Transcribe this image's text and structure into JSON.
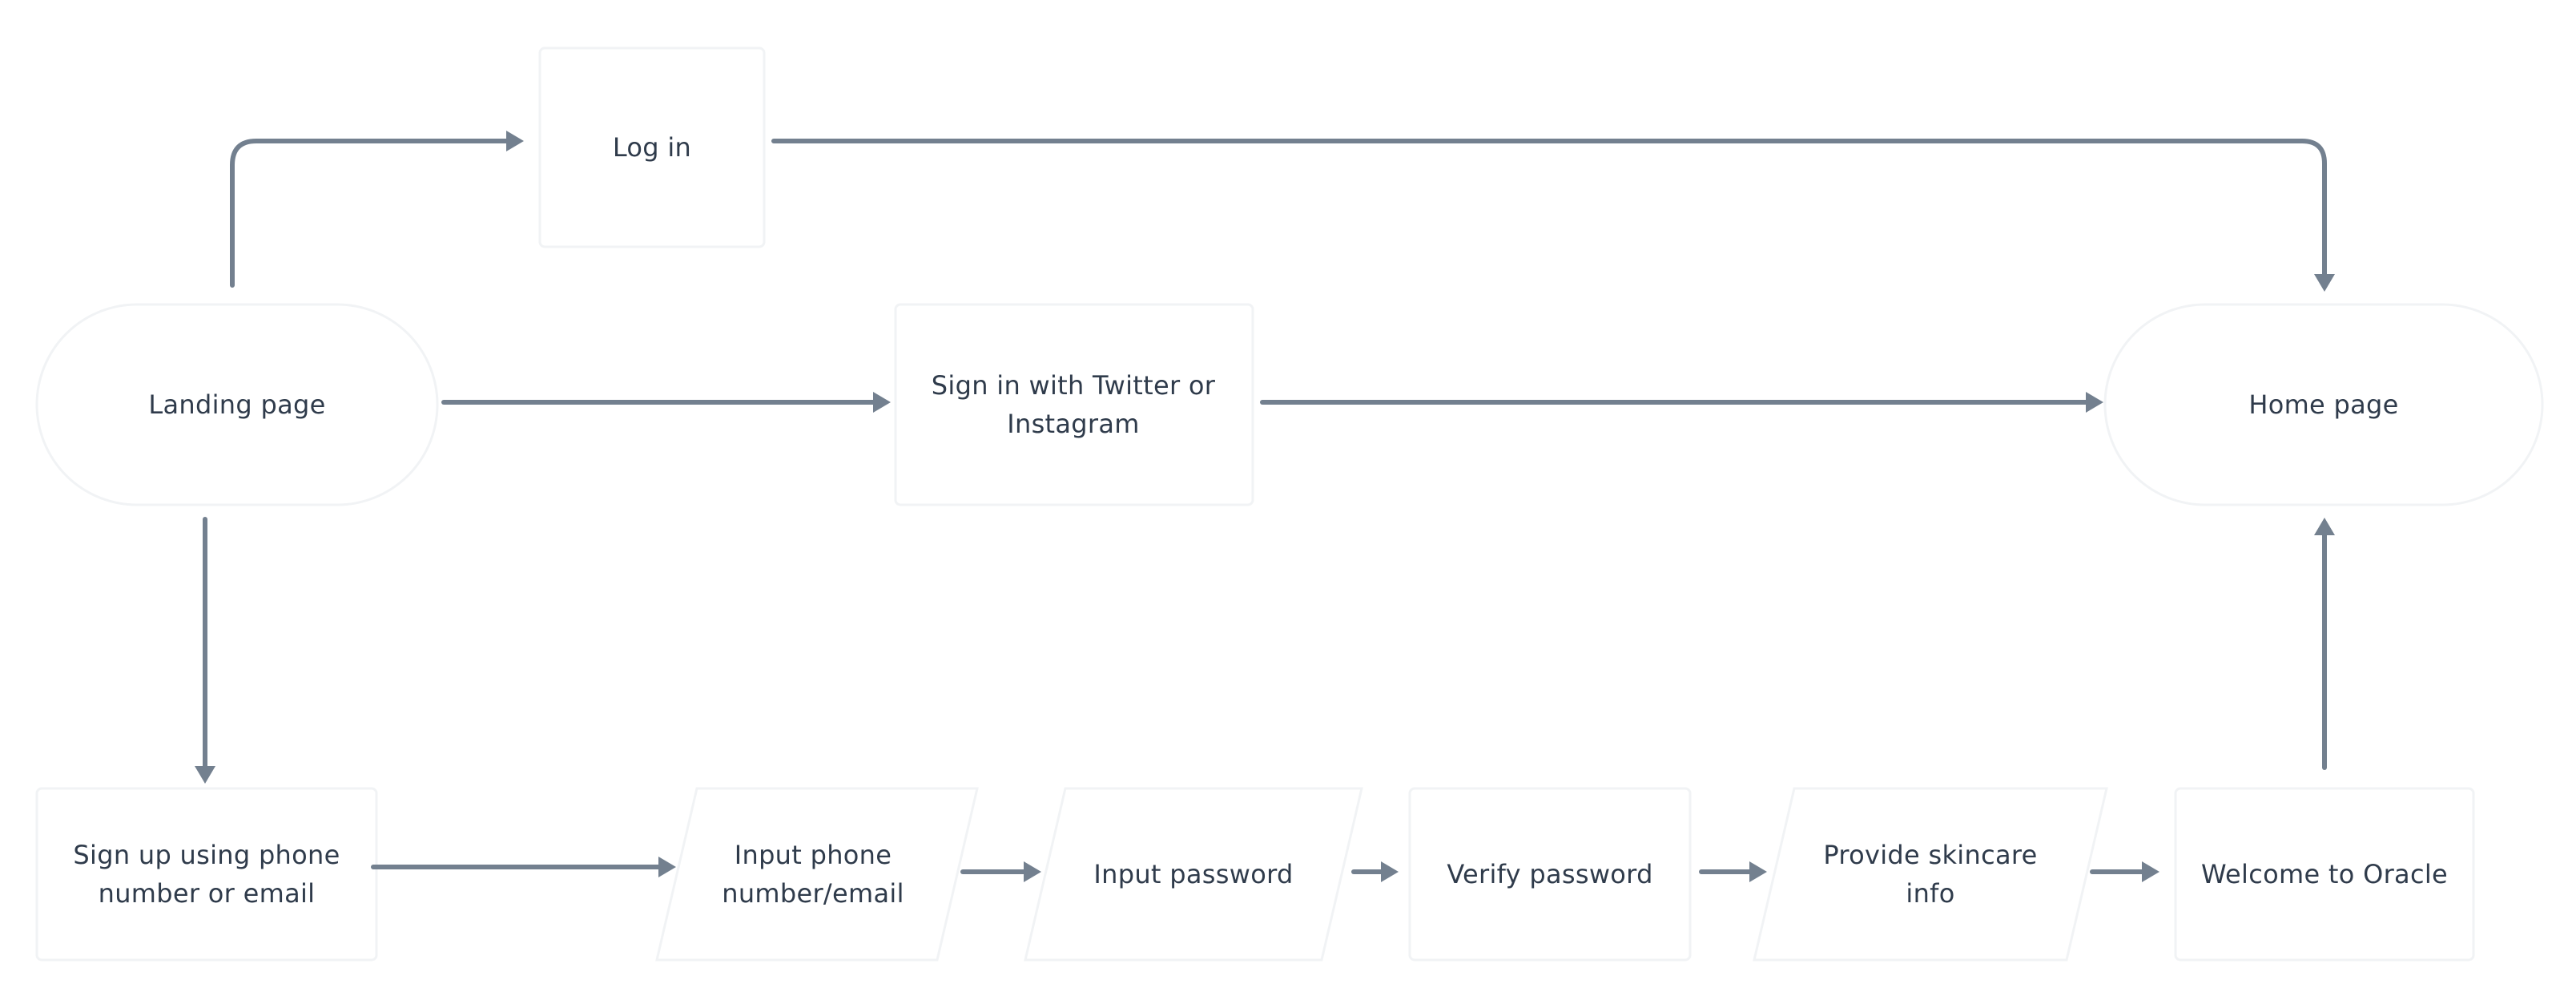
{
  "nodes": {
    "login": "Log in",
    "landing": "Landing page",
    "social": "Sign in with Twitter or Instagram",
    "home": "Home page",
    "signup": "Sign up using phone number or email",
    "input_contact": "Input phone number/email",
    "input_password": "Input password",
    "verify_password": "Verify password",
    "skincare": "Provide skincare info",
    "welcome": "Welcome to Oracle"
  },
  "colors": {
    "edge": "#73808f",
    "text": "#2f3b4b",
    "node_border": "#f1f3f5"
  }
}
